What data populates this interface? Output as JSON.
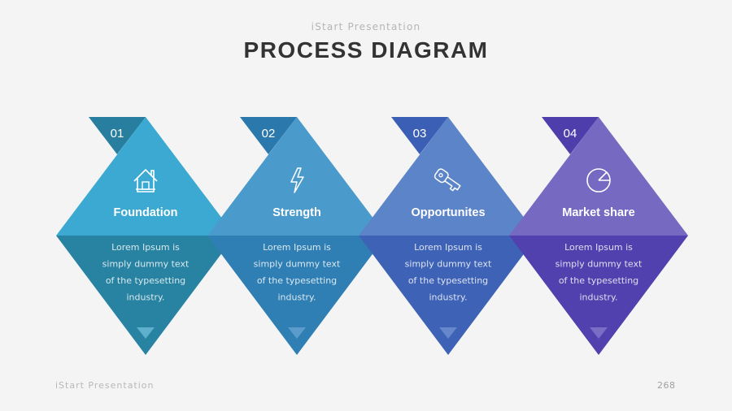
{
  "header": {
    "subtitle": "iStart Presentation",
    "title": "PROCESS DIAGRAM"
  },
  "steps": [
    {
      "number": "01",
      "title": "Foundation",
      "icon": "house-icon",
      "desc": [
        "Lorem Ipsum is",
        "simply dummy text",
        "of the typesetting",
        "industry."
      ],
      "colors": {
        "top": "#3ba9d1",
        "bottom": "#2883a2",
        "tab": "#277e9e",
        "arrow": "#5fb0cc"
      }
    },
    {
      "number": "02",
      "title": "Strength",
      "icon": "lightning-icon",
      "desc": [
        "Lorem Ipsum is",
        "simply dummy text",
        "of the typesetting",
        "industry."
      ],
      "colors": {
        "top": "#4a9bcc",
        "bottom": "#2f7fb4",
        "tab": "#2b78ad",
        "arrow": "#5b9ccc"
      }
    },
    {
      "number": "03",
      "title": "Opportunites",
      "icon": "key-icon",
      "desc": [
        "Lorem Ipsum is",
        "simply dummy text",
        "of the typesetting",
        "industry."
      ],
      "colors": {
        "top": "#5c84c8",
        "bottom": "#3e63b6",
        "tab": "#3b5fb4",
        "arrow": "#6687cc"
      }
    },
    {
      "number": "04",
      "title": "Market share",
      "icon": "pie-chart-icon",
      "desc": [
        "Lorem Ipsum is",
        "simply dummy text",
        "of the typesetting",
        "industry."
      ],
      "colors": {
        "top": "#7569c1",
        "bottom": "#5141ae",
        "tab": "#4e3eab",
        "arrow": "#7b6dc6"
      }
    }
  ],
  "footer": {
    "left": "iStart Presentation",
    "page_number": "268"
  }
}
